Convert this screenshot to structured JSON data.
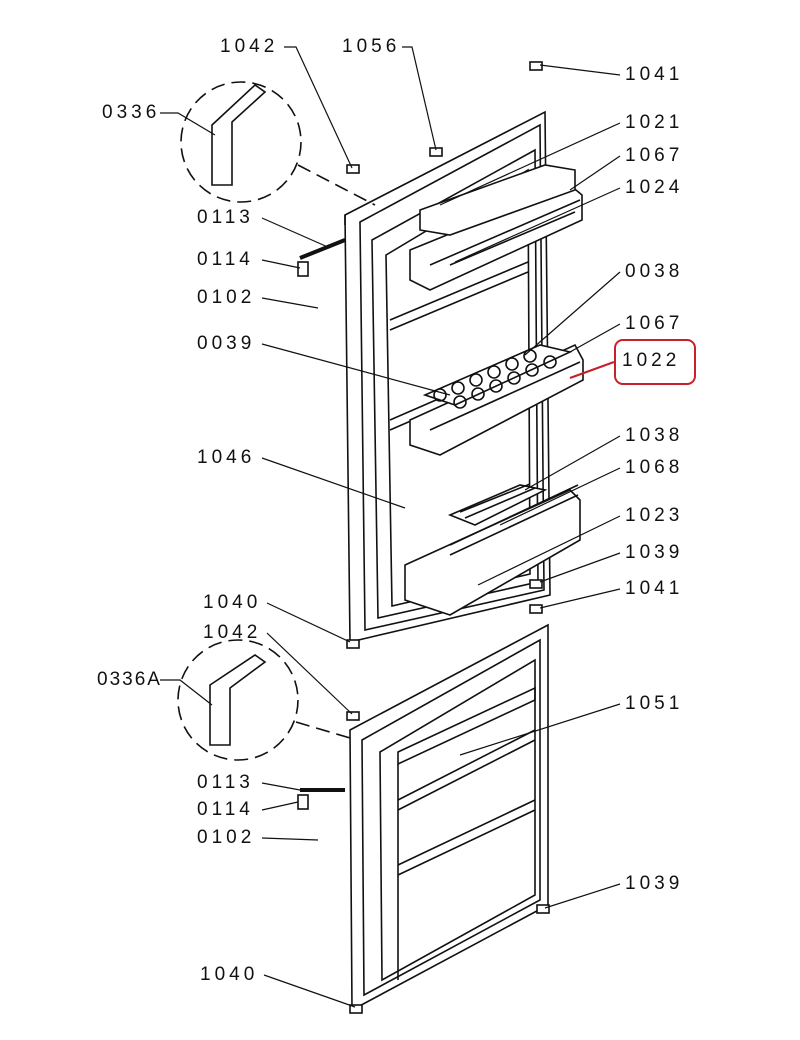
{
  "diagram": {
    "highlight_color": "#c8202a",
    "highlighted_part": "1022",
    "labels": [
      {
        "id": "a",
        "text": "1042"
      },
      {
        "id": "b",
        "text": "1056"
      },
      {
        "id": "c",
        "text": "1041"
      },
      {
        "id": "d",
        "text": "0336"
      },
      {
        "id": "e",
        "text": "1021"
      },
      {
        "id": "f",
        "text": "1067"
      },
      {
        "id": "g",
        "text": "1024"
      },
      {
        "id": "h",
        "text": "0113"
      },
      {
        "id": "i",
        "text": "0114"
      },
      {
        "id": "j",
        "text": "0102"
      },
      {
        "id": "k",
        "text": "0038"
      },
      {
        "id": "l",
        "text": "1067"
      },
      {
        "id": "m",
        "text": "0039"
      },
      {
        "id": "n",
        "text": "1022"
      },
      {
        "id": "o",
        "text": "1038"
      },
      {
        "id": "p",
        "text": "1046"
      },
      {
        "id": "q",
        "text": "1068"
      },
      {
        "id": "r",
        "text": "1023"
      },
      {
        "id": "s",
        "text": "1039"
      },
      {
        "id": "t",
        "text": "1041"
      },
      {
        "id": "u",
        "text": "1040"
      },
      {
        "id": "v",
        "text": "1042"
      },
      {
        "id": "w",
        "text": "0336A"
      },
      {
        "id": "x",
        "text": "1051"
      },
      {
        "id": "y",
        "text": "0113"
      },
      {
        "id": "z",
        "text": "0114"
      },
      {
        "id": "aa",
        "text": "0102"
      },
      {
        "id": "ab",
        "text": "1039"
      },
      {
        "id": "ac",
        "text": "1040"
      }
    ]
  }
}
